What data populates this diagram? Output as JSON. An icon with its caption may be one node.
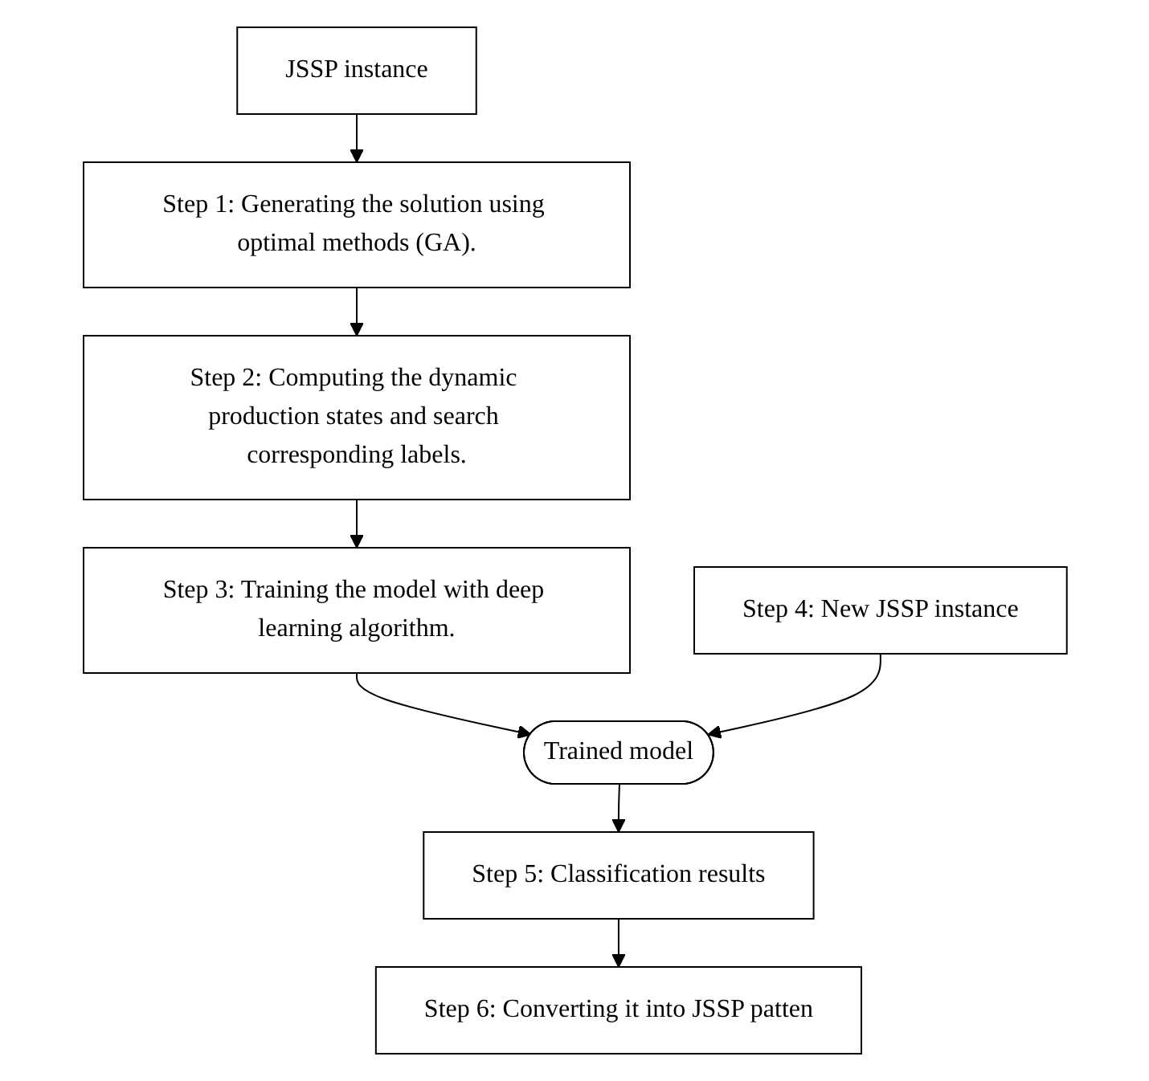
{
  "diagram": {
    "nodes": [
      {
        "text": [
          "JSSP instance"
        ]
      },
      {
        "text": [
          "Step 1: Generating the solution using optimal methods (GA)."
        ]
      },
      {
        "text": [
          "Step 2: Computing the dynamic production states and search corresponding labels."
        ]
      },
      {
        "text": [
          "Step 3: Training the model with deep learning algorithm."
        ]
      },
      {
        "text": [
          "Step 4: New JSSP instance"
        ]
      },
      {
        "text": [
          "Trained model"
        ]
      },
      {
        "text": [
          "Step 5: Classification results"
        ]
      },
      {
        "text": [
          "Step 6: Converting it into JSSP patten"
        ]
      }
    ],
    "edges": [
      {
        "from": 0,
        "to": 1,
        "arrow": "to"
      },
      {
        "from": 1,
        "to": 2,
        "arrow": "to"
      },
      {
        "from": 2,
        "to": 3,
        "arrow": "to"
      },
      {
        "from": 3,
        "to": 5,
        "arrow": "to"
      },
      {
        "from": 4,
        "to": 5,
        "arrow": "to"
      },
      {
        "from": 5,
        "to": 6,
        "arrow": "to"
      },
      {
        "from": 6,
        "to": 7,
        "arrow": "to"
      }
    ]
  }
}
